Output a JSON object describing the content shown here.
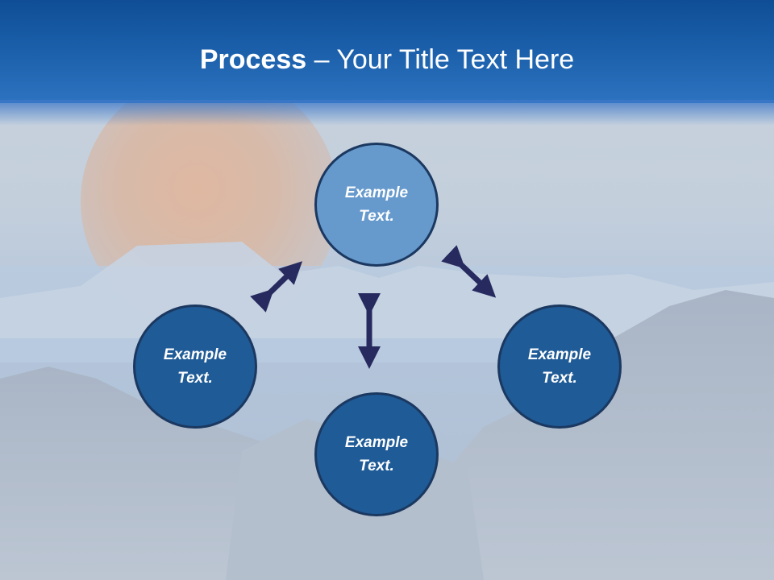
{
  "title": {
    "bold": "Process",
    "rest": " – Your Title Text Here"
  },
  "nodes": {
    "top": {
      "label": "Example Text."
    },
    "left": {
      "label": "Example Text."
    },
    "right": {
      "label": "Example Text."
    },
    "bottom": {
      "label": "Example Text."
    }
  },
  "colors": {
    "title_band": "#1a5ea9",
    "node_top": "#6699cc",
    "node_other": "#1f5b97",
    "node_border": "#1b3860",
    "arrow": "#262a5e"
  }
}
